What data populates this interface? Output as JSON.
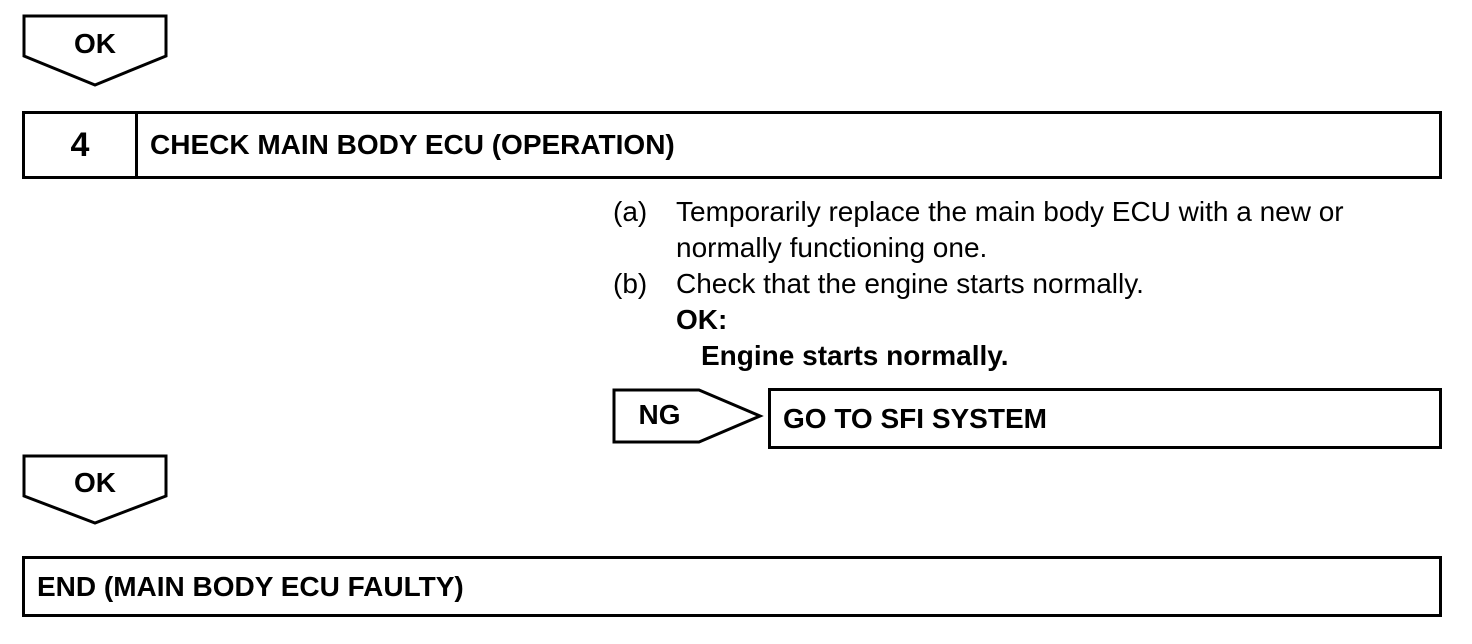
{
  "flow": {
    "ok_label_top": "OK",
    "step": {
      "number": "4",
      "title": "CHECK MAIN BODY ECU (OPERATION)"
    },
    "instructions": [
      {
        "marker": "(a)",
        "text": "Temporarily replace the main body ECU with a new or normally functioning one."
      },
      {
        "marker": "(b)",
        "text": "Check that the engine starts normally."
      }
    ],
    "ok_criteria": {
      "heading": "OK:",
      "value": "Engine starts normally."
    },
    "ng": {
      "label": "NG",
      "result": "GO TO SFI SYSTEM"
    },
    "ok_label_bottom": "OK",
    "end_result": "END (MAIN BODY ECU FAULTY)"
  }
}
